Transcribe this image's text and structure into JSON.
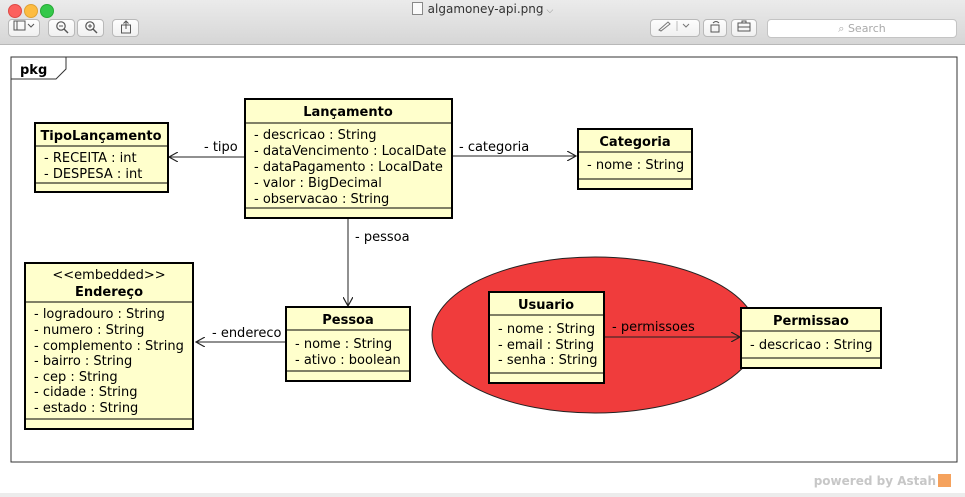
{
  "window": {
    "title": "algamoney-api.png"
  },
  "toolbar": {
    "sidebar_icon": "sidebar-icon",
    "zoom_out_icon": "zoom-out-icon",
    "zoom_in_icon": "zoom-in-icon",
    "share_icon": "share-icon",
    "markup_icon": "pen-icon",
    "rotate_icon": "rotate-icon",
    "toolbox_icon": "toolbox-icon",
    "search_placeholder": "Search"
  },
  "diagram": {
    "package": "pkg",
    "lancamento": {
      "title": "Lançamento",
      "attrs": [
        "- descricao : String",
        "- dataVencimento : LocalDate",
        "- dataPagamento : LocalDate",
        "- valor : BigDecimal",
        "- observacao : String"
      ]
    },
    "tipo_lancamento": {
      "title": "TipoLançamento",
      "attrs": [
        "- RECEITA : int",
        "- DESPESA : int"
      ]
    },
    "categoria": {
      "title": "Categoria",
      "attrs": [
        "- nome : String"
      ]
    },
    "endereco": {
      "stereotype": "<<embedded>>",
      "title": "Endereço",
      "attrs": [
        "- logradouro : String",
        "- numero : String",
        "- complemento : String",
        "- bairro : String",
        "- cep : String",
        "- cidade : String",
        "- estado : String"
      ]
    },
    "pessoa": {
      "title": "Pessoa",
      "attrs": [
        "- nome : String",
        "- ativo : boolean"
      ]
    },
    "usuario": {
      "title": "Usuario",
      "attrs": [
        "- nome : String",
        "- email : String",
        "- senha : String"
      ]
    },
    "permissao": {
      "title": "Permissao",
      "attrs": [
        "- descricao : String"
      ]
    },
    "assoc": {
      "tipo": "- tipo",
      "categoria": "- categoria",
      "pessoa": "- pessoa",
      "endereco": "- endereco",
      "permissoes": "- permissoes"
    },
    "colors": {
      "class_fill": "#ffffcc",
      "ellipse_fill": "#f03c3c",
      "line": "#222222"
    }
  },
  "footer": {
    "text": "powered by Astah"
  }
}
